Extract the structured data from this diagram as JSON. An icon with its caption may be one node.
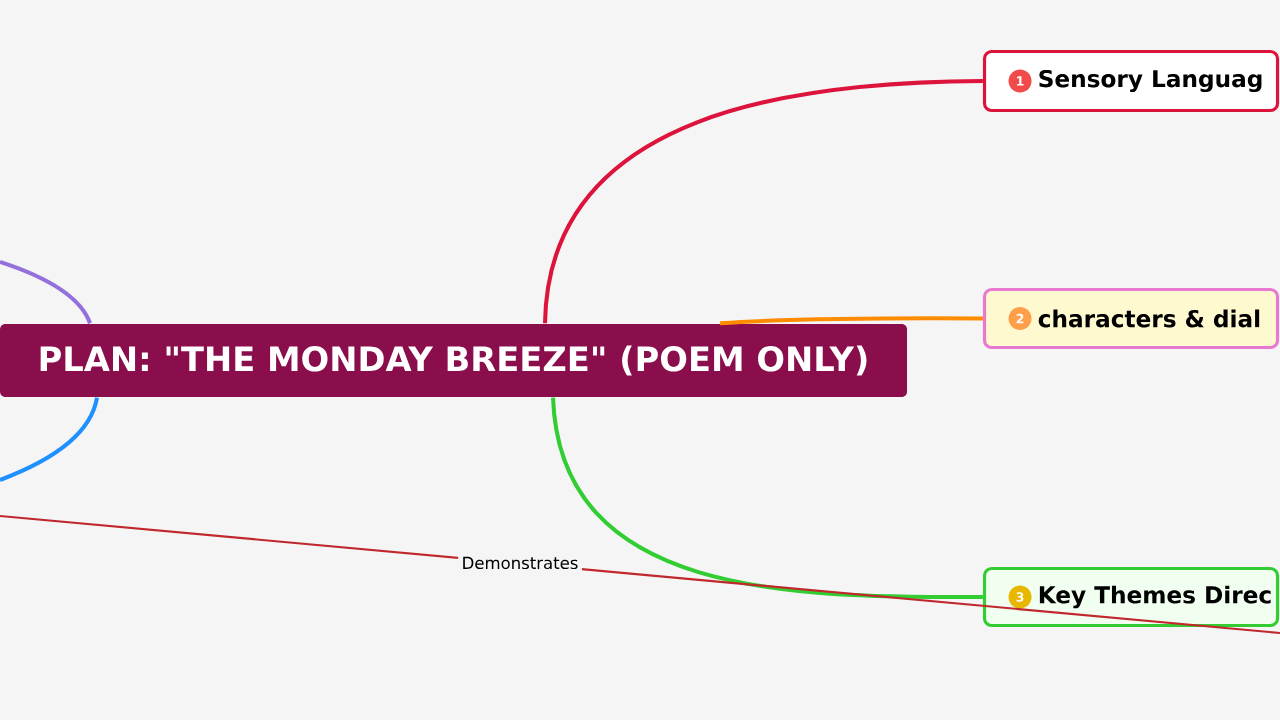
{
  "diagram": {
    "nodes": [
      {
        "text": [
          "PLAN: \"THE MONDAY BREEZE\" (POEM ONLY)"
        ]
      },
      {
        "text": [
          "1",
          "Sensory Languag"
        ]
      },
      {
        "text": [
          "2",
          "characters & dial"
        ]
      },
      {
        "text": [
          "3",
          "Key Themes Direc"
        ]
      }
    ],
    "edges": [
      {
        "from": 0,
        "to": 1,
        "arrow": "none",
        "color": "#dc143c"
      },
      {
        "from": 0,
        "to": 2,
        "arrow": "none",
        "color": "#ff8c00"
      },
      {
        "from": 0,
        "to": 3,
        "arrow": "none",
        "color": "#32cd32"
      },
      {
        "from": 0,
        "to": null,
        "arrow": "none",
        "color": "#9370db"
      },
      {
        "from": 0,
        "to": null,
        "arrow": "none",
        "color": "#1e90ff"
      }
    ],
    "labels": [
      "Demonstrates"
    ]
  }
}
